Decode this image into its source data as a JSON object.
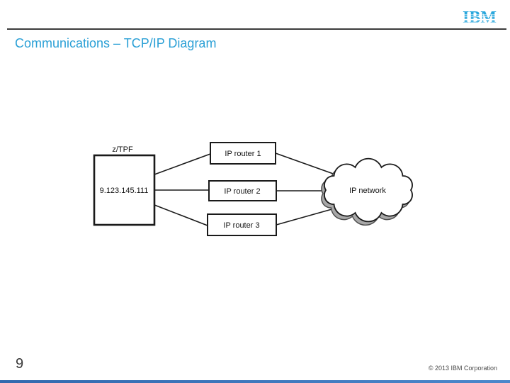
{
  "slide": {
    "logo": "IBM",
    "title": "Communications – TCP/IP Diagram",
    "page_number": "9",
    "copyright": "© 2013 IBM Corporation"
  },
  "diagram": {
    "host": {
      "label": "z/TPF",
      "ip_address": "9.123.145.111"
    },
    "routers": [
      {
        "label": "IP router 1"
      },
      {
        "label": "IP router 2"
      },
      {
        "label": "IP router 3"
      }
    ],
    "cloud": {
      "label": "IP network"
    },
    "connections": [
      {
        "from": "z/TPF",
        "to": "IP router 1"
      },
      {
        "from": "z/TPF",
        "to": "IP router 2"
      },
      {
        "from": "z/TPF",
        "to": "IP router 3"
      },
      {
        "from": "IP router 1",
        "to": "IP network"
      },
      {
        "from": "IP router 2",
        "to": "IP network"
      },
      {
        "from": "IP router 3",
        "to": "IP network"
      }
    ]
  },
  "colors": {
    "title_accent": "#2ba0d6",
    "ibm_logo_blue": "#27a6dc",
    "bottom_bar_blue": "#3a74b8",
    "line_black": "#1a1a1a",
    "cloud_shadow_gray": "#a8a8a8"
  }
}
